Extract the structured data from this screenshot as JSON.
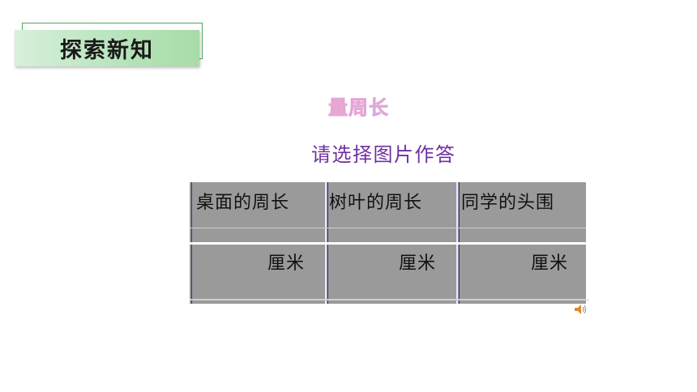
{
  "section_badge": {
    "label": "探索新知"
  },
  "heading": "量周长",
  "instruction": "请选择图片作答",
  "table": {
    "headers": [
      "桌面的周长",
      "树叶的周长",
      "同学的头围"
    ],
    "units": [
      "厘米",
      "厘米",
      "厘米"
    ]
  },
  "colors": {
    "badge_green": "#b8e4bd",
    "instruction_purple": "#7030a0",
    "table_gray": "#9a9a9a"
  },
  "icons": {
    "audio": "speaker-icon"
  }
}
